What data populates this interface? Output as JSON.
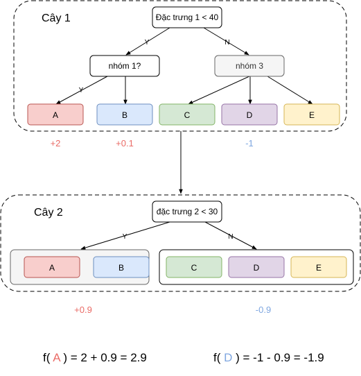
{
  "colors": {
    "red_fill": "#f8cecc",
    "red_stroke": "#b85450",
    "blue_fill": "#dae8fc",
    "blue_stroke": "#6c8ebf",
    "green_fill": "#d5e8d4",
    "green_stroke": "#82b366",
    "purple_fill": "#e1d5e7",
    "purple_stroke": "#9673a6",
    "yellow_fill": "#fff2cc",
    "yellow_stroke": "#d6b656",
    "grey_fill": "#f5f5f5",
    "positive_score": "#ea6b66",
    "negative_score": "#7ea6e0"
  },
  "tree1": {
    "title": "Cây 1",
    "root": "Đặc trưng 1 < 40",
    "node_left": "nhóm 1?",
    "node_right": "nhóm 3",
    "edge_root_left": "Y",
    "edge_root_right": "N",
    "edge_left_a": "Y",
    "leaves": [
      "A",
      "B",
      "C",
      "D",
      "E"
    ],
    "scores": [
      "+2",
      "+0.1",
      "-1"
    ]
  },
  "tree2": {
    "title": "Cây 2",
    "root": "đặc trưng 2 < 30",
    "edge_left": "Y",
    "edge_right": "N",
    "left_group": [
      "A",
      "B"
    ],
    "right_group": [
      "C",
      "D",
      "E"
    ],
    "scores": [
      "+0.9",
      "-0.9"
    ]
  },
  "formulas": {
    "a_prefix": "f(",
    "a_letter": "A",
    "a_suffix": ") = 2 + 0.9 = 2.9",
    "d_prefix": "f(",
    "d_letter": "D",
    "d_suffix": ") = -1 - 0.9 = -1.9"
  }
}
